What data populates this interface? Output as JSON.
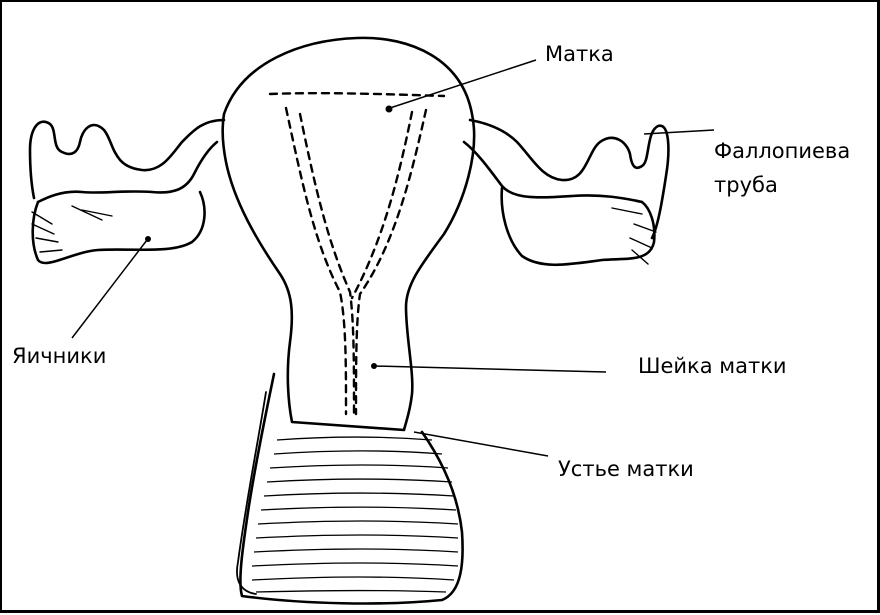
{
  "diagram": {
    "labels": {
      "uterus": "Матка",
      "fallopian_tube_line1": "Фаллопиева",
      "fallopian_tube_line2": "труба",
      "ovaries": "Яичники",
      "cervix": "Шейка матки",
      "uterine_os": "Устье матки"
    },
    "colors": {
      "ink": "#000000",
      "background": "#ffffff"
    }
  }
}
